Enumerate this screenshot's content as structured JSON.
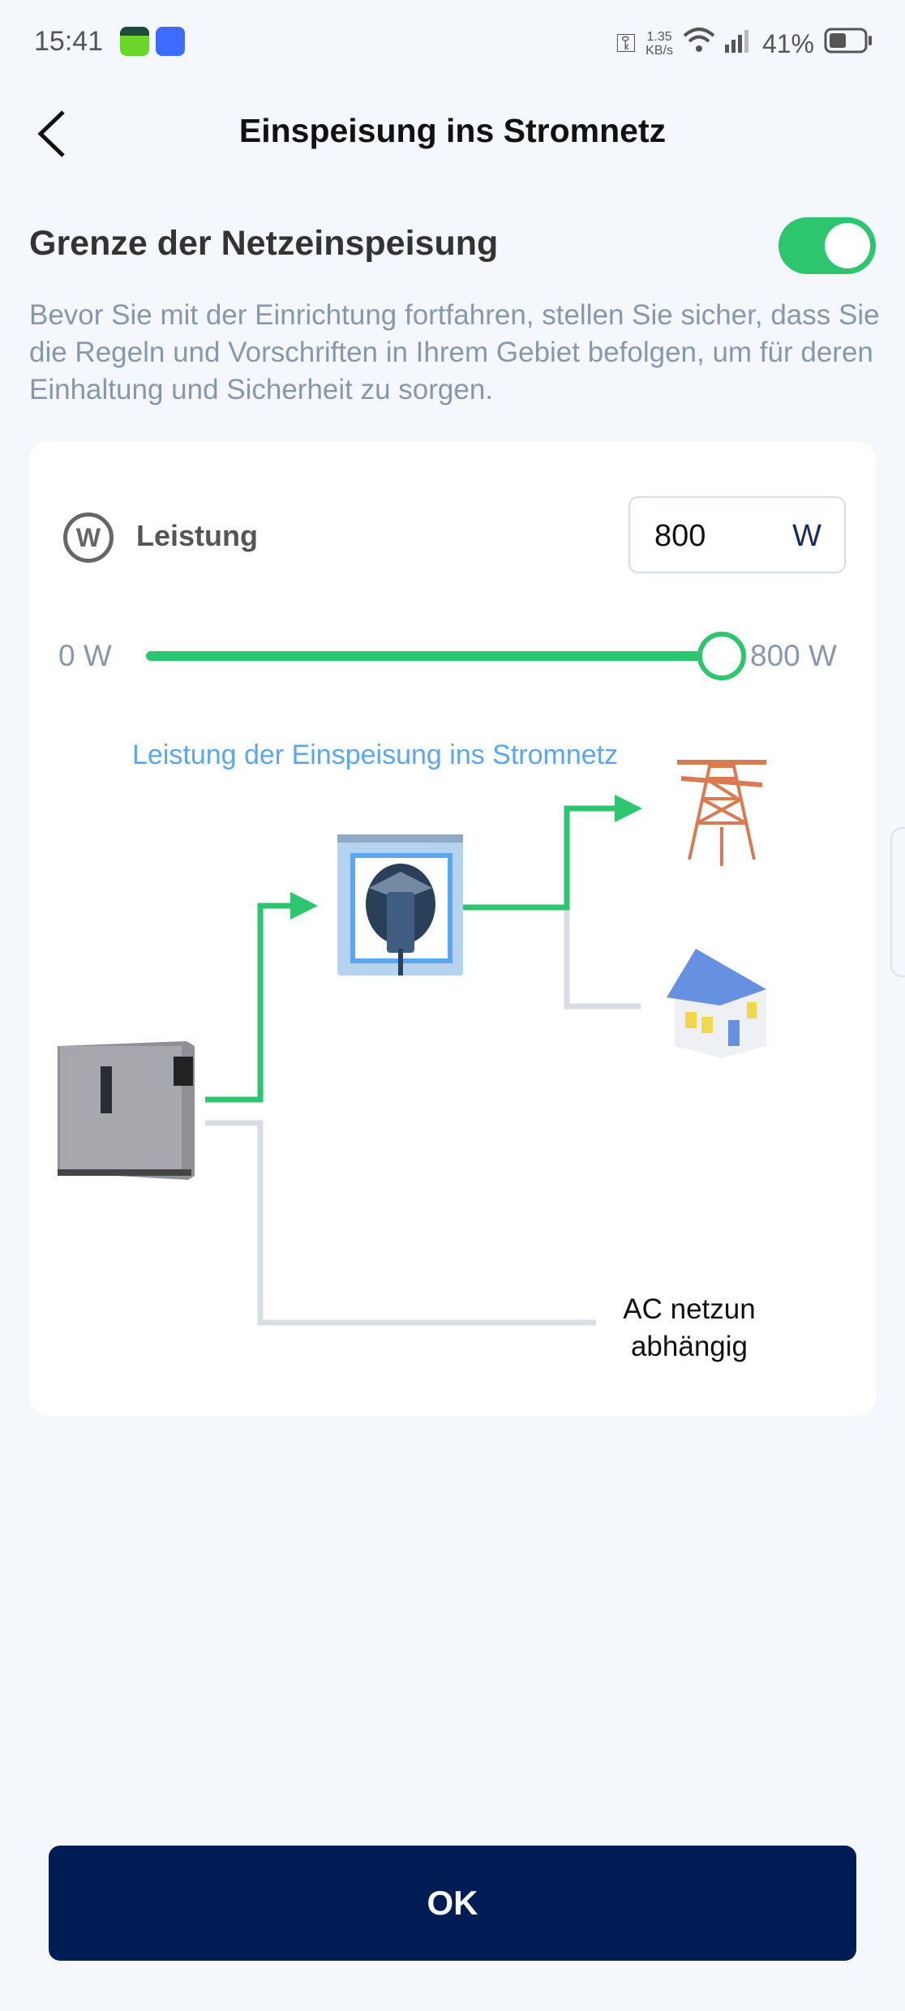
{
  "status_bar": {
    "time": "15:41",
    "net_speed": "1.35",
    "net_unit": "KB/s",
    "battery": "41%"
  },
  "header": {
    "title": "Einspeisung ins Stromnetz"
  },
  "section": {
    "title": "Grenze der Netzeinspeisung",
    "toggle_on": true,
    "description": "Bevor Sie mit der Einrichtung fortfahren, stellen Sie sicher, dass Sie die Regeln und Vorschriften in Ihrem Gebiet befolgen, um für deren Einhaltung und Sicherheit zu sorgen."
  },
  "power": {
    "icon_letter": "W",
    "label": "Leistung",
    "value": "800",
    "unit": "W"
  },
  "slider": {
    "min_label": "0 W",
    "max_label": "800 W",
    "value": 800,
    "max": 800
  },
  "diagram": {
    "title": "Leistung der Einspeisung ins Stromnetz",
    "ac_label_1": "AC netzun",
    "ac_label_2": "abhängig"
  },
  "ok_label": "OK",
  "colors": {
    "accent": "#2dc56e",
    "primary": "#001c55",
    "diagram_text": "#5aa7f0"
  }
}
